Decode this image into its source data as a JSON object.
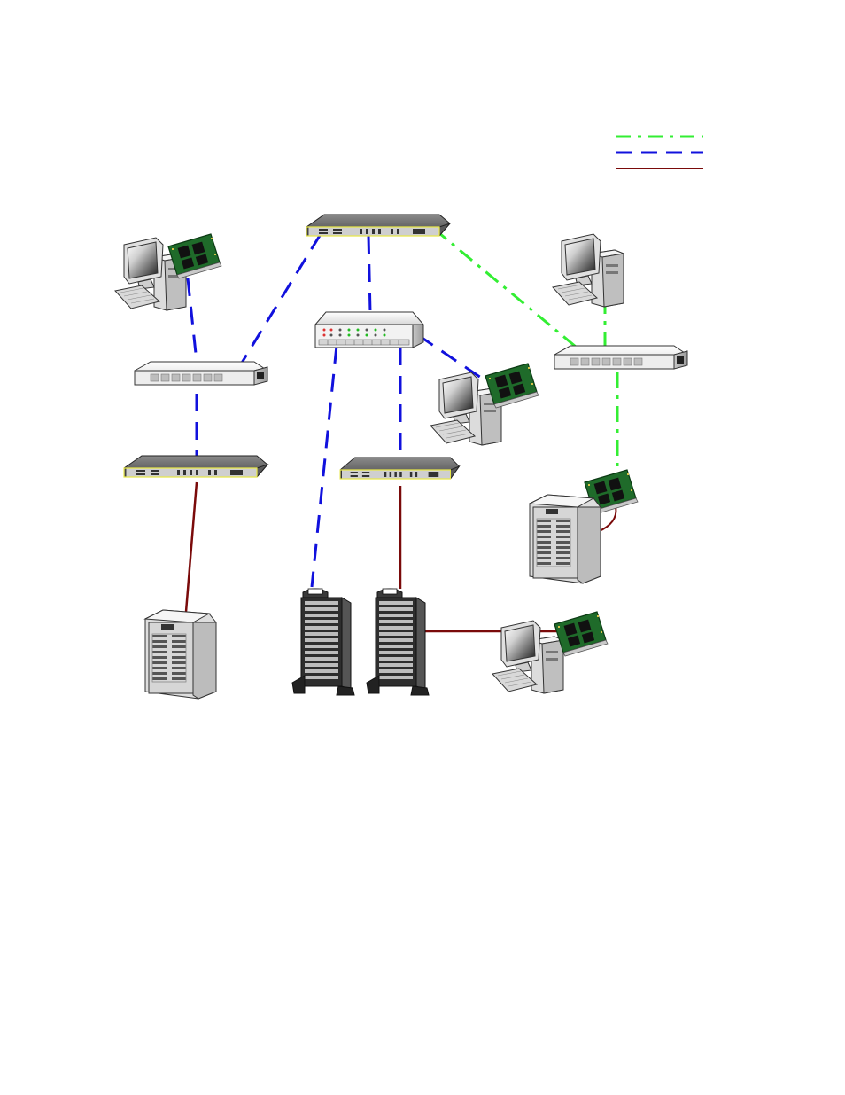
{
  "legend": {
    "items": [
      {
        "style": "dash-dot",
        "color": "#33ee33"
      },
      {
        "style": "dashed",
        "color": "#1111dd"
      },
      {
        "style": "solid",
        "color": "#7a0a0a"
      }
    ]
  },
  "colors": {
    "green_link": "#33ee33",
    "blue_link": "#1111dd",
    "red_link": "#7a0a0a",
    "device_body": "#e6e6e6",
    "device_dark": "#4a4a4a",
    "card_green": "#1f6b2a"
  },
  "nodes": [
    {
      "id": "router-top",
      "icon": "router-icon"
    },
    {
      "id": "hub-center",
      "icon": "hub-icon"
    },
    {
      "id": "switch-left",
      "icon": "switch-icon"
    },
    {
      "id": "switch-right",
      "icon": "switch-icon"
    },
    {
      "id": "router-left",
      "icon": "router-icon"
    },
    {
      "id": "router-center",
      "icon": "router-icon"
    },
    {
      "id": "workstation-top-left",
      "icon": "workstation-icon"
    },
    {
      "id": "workstation-top-right",
      "icon": "workstation-icon"
    },
    {
      "id": "workstation-center",
      "icon": "workstation-icon"
    },
    {
      "id": "workstation-bottom-right",
      "icon": "workstation-icon"
    },
    {
      "id": "server-left",
      "icon": "server-icon"
    },
    {
      "id": "server-right",
      "icon": "server-icon"
    },
    {
      "id": "rack-a",
      "icon": "rack-server-icon"
    },
    {
      "id": "rack-b",
      "icon": "rack-server-icon"
    },
    {
      "id": "card-top-left",
      "icon": "network-card-icon"
    },
    {
      "id": "card-center",
      "icon": "network-card-icon"
    },
    {
      "id": "card-right",
      "icon": "network-card-icon"
    },
    {
      "id": "card-bottom-right",
      "icon": "network-card-icon"
    }
  ],
  "links": [
    {
      "from": "card-top-left",
      "to": "switch-left",
      "type": "dashed"
    },
    {
      "from": "router-top",
      "to": "switch-left",
      "type": "dashed"
    },
    {
      "from": "router-top",
      "to": "hub-center",
      "type": "dashed"
    },
    {
      "from": "router-top",
      "to": "switch-right",
      "type": "dash-dot"
    },
    {
      "from": "hub-center",
      "to": "card-center",
      "type": "dashed"
    },
    {
      "from": "hub-center",
      "to": "rack-a",
      "type": "dashed"
    },
    {
      "from": "hub-center",
      "to": "router-center",
      "type": "dashed"
    },
    {
      "from": "switch-left",
      "to": "router-left",
      "type": "dashed"
    },
    {
      "from": "router-left",
      "to": "server-left",
      "type": "solid"
    },
    {
      "from": "router-center",
      "to": "rack-b",
      "type": "solid"
    },
    {
      "from": "rack-b",
      "to": "card-bottom-right",
      "type": "solid"
    },
    {
      "from": "workstation-top-right",
      "to": "switch-right",
      "type": "dash-dot"
    },
    {
      "from": "switch-right",
      "to": "card-right",
      "type": "dash-dot"
    },
    {
      "from": "card-right",
      "to": "server-right",
      "type": "solid-arrow"
    }
  ]
}
